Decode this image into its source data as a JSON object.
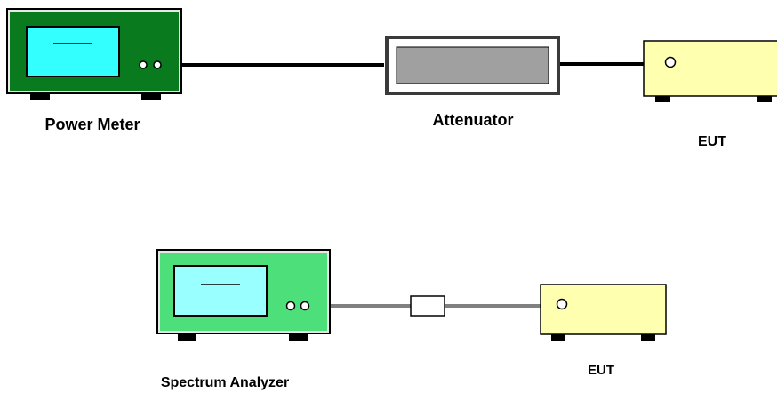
{
  "labels": {
    "power_meter": "Power Meter",
    "attenuator": "Attenuator",
    "eut_top": "EUT",
    "spectrum_analyzer": "Spectrum Analyzer",
    "eut_bottom": "EUT"
  },
  "colors": {
    "power_meter_body": "#0a7a1f",
    "power_meter_screen": "#33ffff",
    "spectrum_analyzer_body": "#4de07a",
    "spectrum_analyzer_screen": "#99ffff",
    "attenuator_fill": "#a0a0a0",
    "eut_body": "#ffffb0",
    "cable_top": "#000000",
    "cable_bottom": "#808080",
    "feet": "#000000"
  }
}
